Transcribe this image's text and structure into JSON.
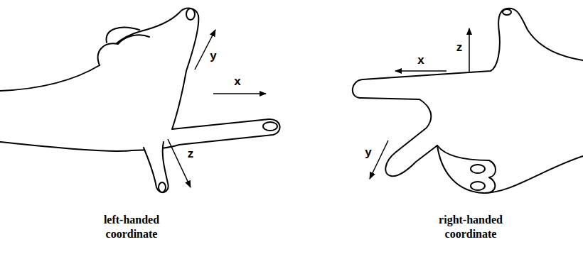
{
  "diagram": {
    "labels": [
      "y",
      "x",
      "z",
      "z",
      "x",
      "y",
      "left-handed coordinate",
      "right-handed coordinate"
    ]
  }
}
